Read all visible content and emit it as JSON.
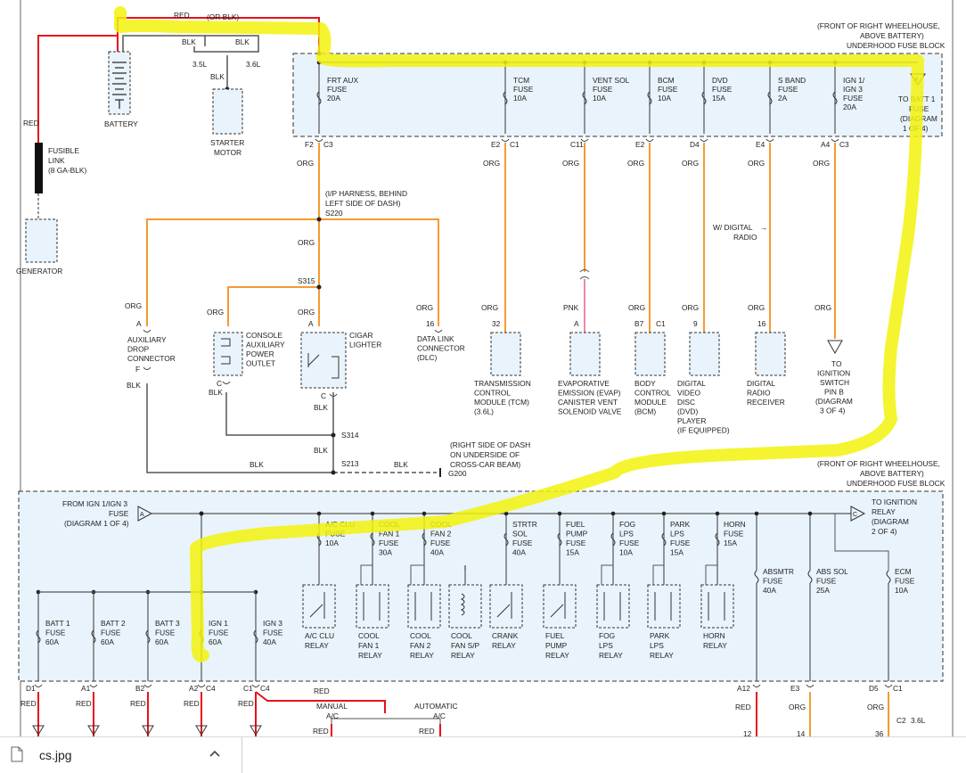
{
  "labels": {
    "red_top": "RED",
    "or_blk": "(OR BLK)",
    "blk_1": "BLK",
    "blk_2": "BLK",
    "l35": "3.5L",
    "l36": "3.6L",
    "blk_starter": "BLK",
    "battery": "BATTERY",
    "starter_1": "STARTER",
    "starter_2": "MOTOR",
    "red_left": "RED",
    "fusible_1": "FUSIBLE",
    "fusible_2": "LINK",
    "fusible_3": "(8 GA-BLK)",
    "generator": "GENERATOR",
    "top_block_1": "(FRONT OF RIGHT WHEELHOUSE,",
    "top_block_2": "ABOVE BATTERY)",
    "top_block_3": "UNDERHOOD FUSE BLOCK",
    "ip_1": "(I/P HARNESS, BEHIND",
    "ip_2": "LEFT SIDE OF DASH)",
    "s220": "S220",
    "s315": "S315",
    "s314": "S314",
    "s213": "S213",
    "g200": "G200",
    "g200_1": "(RIGHT SIDE OF DASH",
    "g200_2": "ON UNDERSIDE OF",
    "g200_3": "CROSS-CAR BEAM)",
    "digital_1": "W/ DIGITAL",
    "digital_2": "RADIO",
    "bot_block_1": "(FRONT OF RIGHT WHEELHOUSE,",
    "bot_block_2": "ABOVE BATTERY)",
    "bot_block_3": "UNDERHOOD FUSE BLOCK",
    "from_ign_1": "FROM IGN 1/IGN 3",
    "from_ign_2": "FUSE",
    "from_ign_3": "(DIAGRAM 1 OF 4)",
    "to_ign_1": "TO IGNITION",
    "to_ign_2": "RELAY",
    "to_ign_3": "(DIAGRAM",
    "to_ign_4": "2 OF 4)",
    "to_batt_1": "TO BATT 1",
    "to_batt_2": "FUSE",
    "to_batt_3": "(DIAGRAM",
    "to_batt_4": "1 OF 4)",
    "to_sw_1": "TO",
    "to_sw_2": "IGNITION",
    "to_sw_3": "SWITCH",
    "to_sw_4": "PIN B",
    "to_sw_5": "(DIAGRAM",
    "to_sw_6": "3 OF 4)",
    "manual_1": "MANUAL",
    "manual_2": "A/C",
    "auto_1": "AUTOMATIC",
    "auto_2": "A/C",
    "red_bot": "RED",
    "red_m": "RED",
    "red_a": "RED",
    "blk_aux": "BLK",
    "blk_cons": "BLK",
    "blk_cig": "BLK",
    "blk_s314": "BLK",
    "blk_h1": "BLK",
    "blk_h2": "BLK"
  },
  "top_fuses": [
    {
      "l1": "FRT AUX",
      "l2": "FUSE",
      "l3": "20A",
      "pin_a": "F2",
      "pin_b": "C3",
      "wire": "ORG"
    },
    {
      "l1": "TCM",
      "l2": "FUSE",
      "l3": "10A",
      "pin_a": "E2",
      "pin_b": "C1",
      "wire": "ORG"
    },
    {
      "l1": "VENT SOL",
      "l2": "FUSE",
      "l3": "10A",
      "pin_a": "C11",
      "pin_b": "",
      "wire": "ORG"
    },
    {
      "l1": "BCM",
      "l2": "FUSE",
      "l3": "10A",
      "pin_a": "E2",
      "pin_b": "",
      "wire": "ORG"
    },
    {
      "l1": "DVD",
      "l2": "FUSE",
      "l3": "15A",
      "pin_a": "D4",
      "pin_b": "",
      "wire": "ORG"
    },
    {
      "l1": "S BAND",
      "l2": "FUSE",
      "l3": "2A",
      "pin_a": "E4",
      "pin_b": "",
      "wire": "ORG"
    },
    {
      "l1": "IGN 1/",
      "l2": "IGN 3",
      "l3": "FUSE",
      "l4": "20A",
      "pin_a": "A4",
      "pin_b": "C3",
      "wire": "ORG"
    }
  ],
  "components": {
    "aux_drop": {
      "l1": "AUXILIARY",
      "l2": "DROP",
      "l3": "CONNECTOR",
      "wire": "ORG",
      "pin_top": "A",
      "pin_bot": "F"
    },
    "console": {
      "l1": "CONSOLE",
      "l2": "AUXILIARY",
      "l3": "POWER",
      "l4": "OUTLET",
      "wire": "ORG",
      "pin_top": "",
      "pin_bot": "C"
    },
    "cigar": {
      "l1": "CIGAR",
      "l2": "LIGHTER",
      "wire": "ORG",
      "pin_top": "A",
      "pin_bot": "C"
    },
    "dlc": {
      "l1": "DATA LINK",
      "l2": "CONNECTOR",
      "l3": "(DLC)",
      "wire": "ORG",
      "pin_top": "16"
    },
    "tcm": {
      "l1": "TRANSMISSION",
      "l2": "CONTROL",
      "l3": "MODULE (TCM)",
      "l4": "(3.6L)",
      "wire": "ORG",
      "pin_top": "32"
    },
    "evap": {
      "l1": "EVAPORATIVE",
      "l2": "EMISSION (EVAP)",
      "l3": "CANISTER VENT",
      "l4": "SOLENOID VALVE",
      "wire": "PNK",
      "pin_top": "A"
    },
    "bcm": {
      "l1": "BODY",
      "l2": "CONTROL",
      "l3": "MODULE",
      "l4": "(BCM)",
      "wire": "ORG",
      "pin_top": "B7",
      "pin_top2": "C1"
    },
    "dvd": {
      "l1": "DIGITAL",
      "l2": "VIDEO",
      "l3": "DISC",
      "l4": "(DVD)",
      "l5": "PLAYER",
      "l6": "(IF EQUIPPED)",
      "wire": "ORG",
      "pin_top": "9"
    },
    "radio": {
      "l1": "DIGITAL",
      "l2": "RADIO",
      "l3": "RECEIVER",
      "wire": "ORG",
      "pin_top": "16"
    },
    "sw": {
      "wire": "ORG"
    }
  },
  "bottom_top_fuses": [
    {
      "l1": "A/C CLU",
      "l2": "FUSE",
      "l3": "10A",
      "relay1": "A/C CLU",
      "relay2": "RELAY"
    },
    {
      "l1": "COOL",
      "l2": "FAN 1",
      "l3": "FUSE",
      "l4": "30A",
      "relay1": "COOL",
      "relay2": "FAN 1",
      "relay3": "RELAY"
    },
    {
      "l1": "COOL",
      "l2": "FAN 2",
      "l3": "FUSE",
      "l4": "40A",
      "relay1": "COOL",
      "relay2": "FAN 2",
      "relay3": "RELAY"
    },
    {
      "relay1": "COOL",
      "relay2": "FAN S/P",
      "relay3": "RELAY"
    },
    {
      "l1": "STRTR",
      "l2": "SOL",
      "l3": "FUSE",
      "l4": "40A",
      "relay1": "CRANK",
      "relay2": "RELAY"
    },
    {
      "l1": "FUEL",
      "l2": "PUMP",
      "l3": "FUSE",
      "l4": "15A",
      "relay1": "FUEL",
      "relay2": "PUMP",
      "relay3": "RELAY"
    },
    {
      "l1": "FOG",
      "l2": "LPS",
      "l3": "FUSE",
      "l4": "10A",
      "relay1": "FOG",
      "relay2": "LPS",
      "relay3": "RELAY"
    },
    {
      "l1": "PARK",
      "l2": "LPS",
      "l3": "FUSE",
      "l4": "15A",
      "relay1": "PARK",
      "relay2": "LPS",
      "relay3": "RELAY"
    },
    {
      "l1": "HORN",
      "l2": "FUSE",
      "l3": "15A",
      "relay1": "HORN",
      "relay2": "RELAY"
    }
  ],
  "bottom_left_fuses": [
    {
      "l1": "BATT 1",
      "l2": "FUSE",
      "l3": "60A",
      "pin": "D1",
      "pin2": "",
      "wire": "RED"
    },
    {
      "l1": "BATT 2",
      "l2": "FUSE",
      "l3": "60A",
      "pin": "A1",
      "pin2": "",
      "wire": "RED"
    },
    {
      "l1": "BATT 3",
      "l2": "FUSE",
      "l3": "60A",
      "pin": "B2",
      "pin2": "",
      "wire": "RED"
    },
    {
      "l1": "IGN 1",
      "l2": "FUSE",
      "l3": "60A",
      "pin": "A2",
      "pin2": "C4",
      "wire": "RED"
    },
    {
      "l1": "IGN 3",
      "l2": "FUSE",
      "l3": "40A",
      "pin": "C1",
      "pin2": "C4",
      "wire": "RED"
    }
  ],
  "bottom_right_fuses": [
    {
      "l1": "ABSMTR",
      "l2": "FUSE",
      "l3": "40A",
      "pin": "A12",
      "pin2": "",
      "wire": "RED",
      "num": "12"
    },
    {
      "l1": "ABS SOL",
      "l2": "FUSE",
      "l3": "25A",
      "pin": "E3",
      "pin2": "",
      "wire": "ORG",
      "num": "14"
    },
    {
      "l1": "ECM",
      "l2": "FUSE",
      "l3": "10A",
      "pin": "D5",
      "pin2": "C1",
      "wire": "ORG",
      "num": "36",
      "num2": "C2",
      "num3": "3.6L"
    }
  ],
  "bottom_bar": {
    "file_name": "cs.jpg"
  },
  "colors": {
    "red": "#e8111a",
    "orange": "#f59a32",
    "pink": "#ef8aa8",
    "block_fill": "#e9f3fb",
    "highlight": "#f2f20c"
  }
}
